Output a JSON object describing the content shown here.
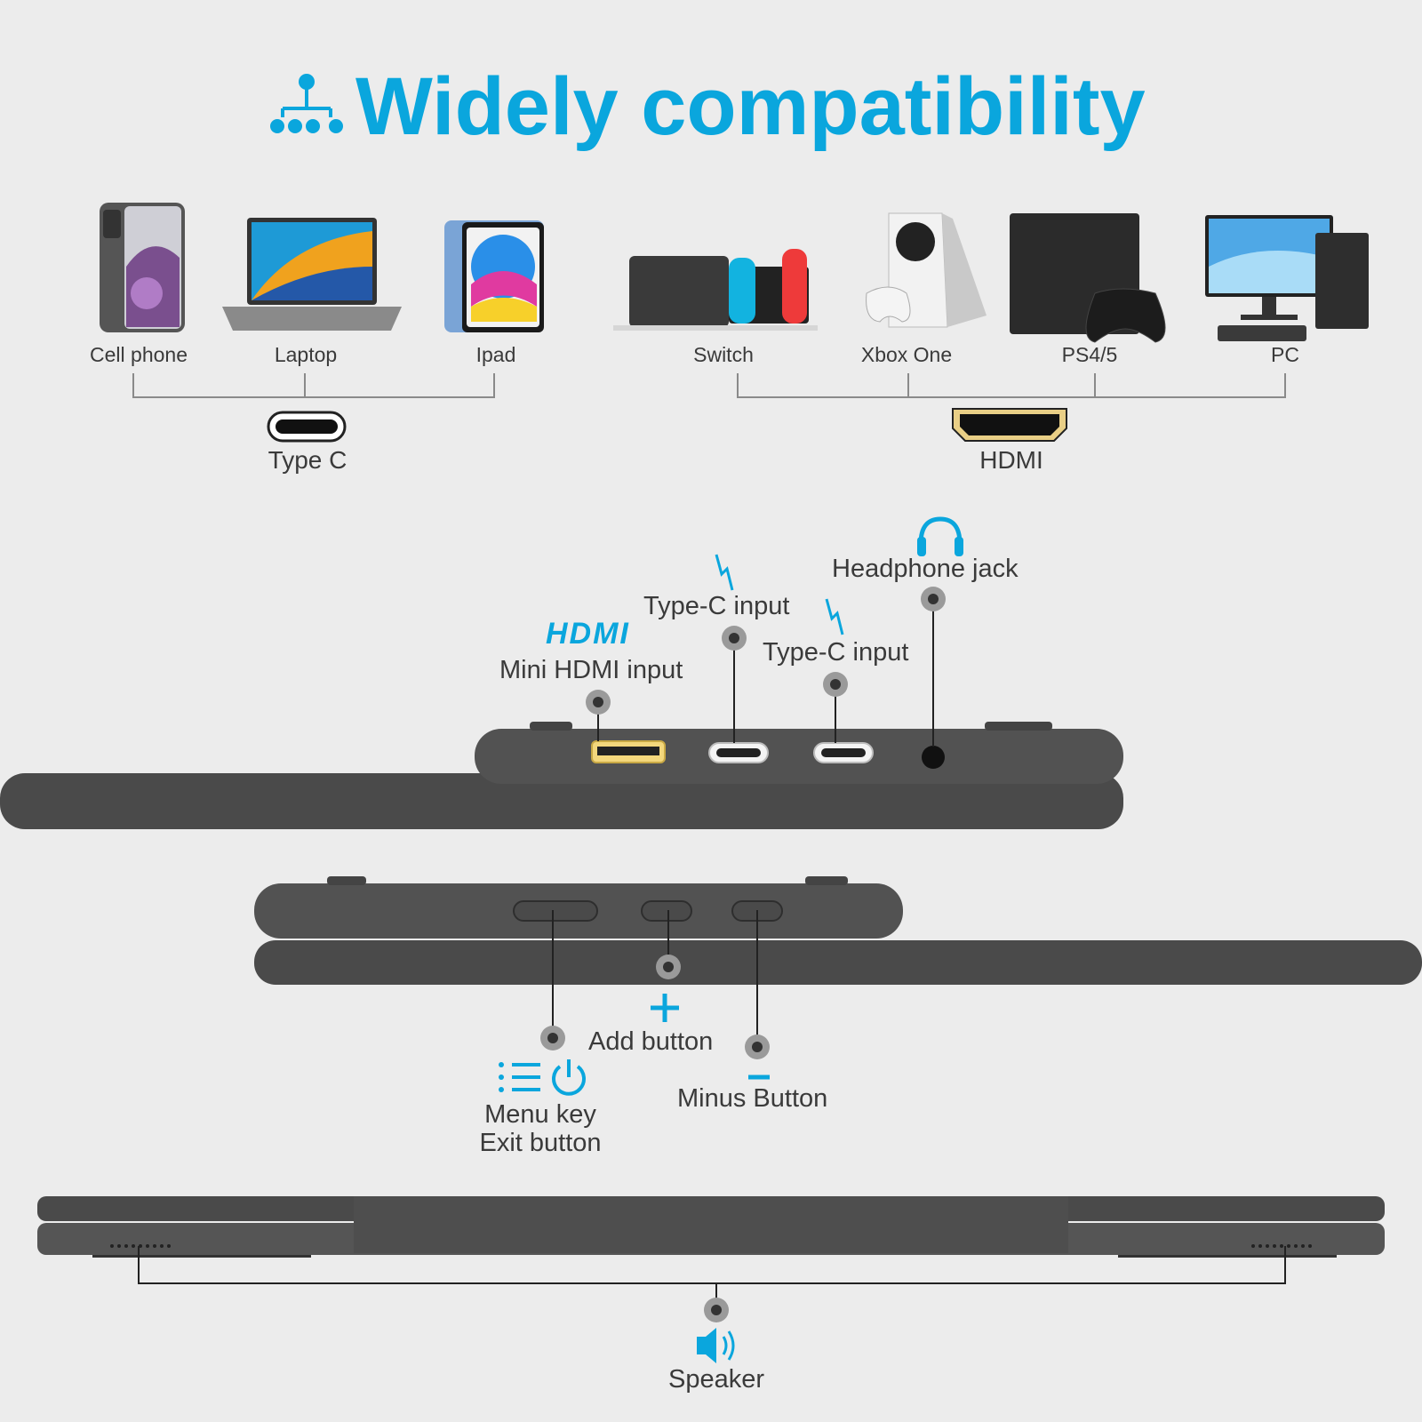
{
  "title": "Widely compatibility",
  "devices": {
    "cell_phone": "Cell phone",
    "laptop": "Laptop",
    "ipad": "Ipad",
    "switch": "Switch",
    "xbox": "Xbox One",
    "ps": "PS4/5",
    "pc": "PC"
  },
  "connectors": {
    "typec": "Type C",
    "hdmi": "HDMI"
  },
  "ports": {
    "hdmi_logo": "HDMI",
    "mini_hdmi": "Mini HDMI input",
    "typec_1": "Type-C input",
    "typec_2": "Type-C input",
    "headphone": "Headphone jack"
  },
  "buttons": {
    "add": "Add button",
    "minus": "Minus Button",
    "menu_line1": "Menu key",
    "menu_line2": "Exit button"
  },
  "speaker": "Speaker",
  "colors": {
    "accent": "#0aa6dd",
    "body": "#4a4a4a",
    "background": "#ececec"
  }
}
